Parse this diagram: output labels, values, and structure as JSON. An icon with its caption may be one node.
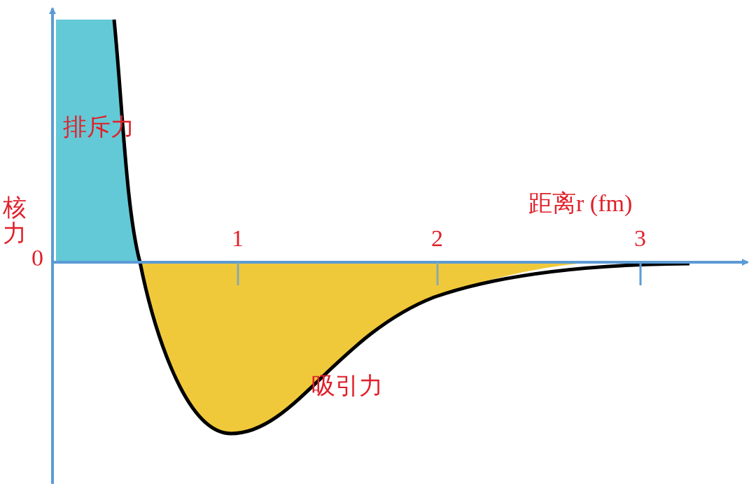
{
  "diagram": {
    "labels": [
      "排斥力",
      "距离r (fm)",
      "核力",
      "0",
      "1",
      "2",
      "3",
      "吸引力"
    ]
  }
}
